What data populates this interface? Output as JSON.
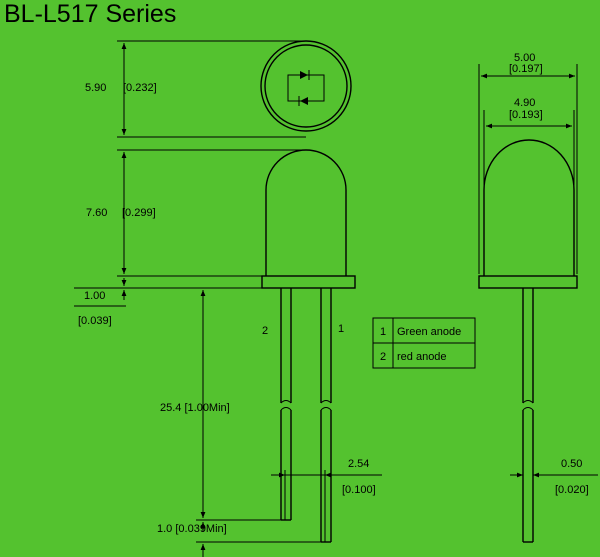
{
  "title": "BL-L517 Series",
  "dimensions": {
    "lens_height": "5.90",
    "lens_height_in": "[0.232]",
    "body_height": "7.60",
    "body_height_in": "[0.299]",
    "flange": "1.00",
    "flange_in": "[0.039]",
    "lead_length": "25.4 [1.00Min]",
    "lead_stub": "1.0 [0.039Min]",
    "pitch": "2.54",
    "pitch_in": "[0.100]",
    "outer_dia": "5.00",
    "outer_dia_in": "[0.197]",
    "inner_dia": "4.90",
    "inner_dia_in": "[0.193]",
    "lead_dia": "0.50",
    "lead_dia_in": "[0.020]"
  },
  "pin_labels": {
    "left": "2",
    "right": "1"
  },
  "pin_table": [
    {
      "pin": "1",
      "desc": "Green anode"
    },
    {
      "pin": "2",
      "desc": "red anode"
    }
  ]
}
